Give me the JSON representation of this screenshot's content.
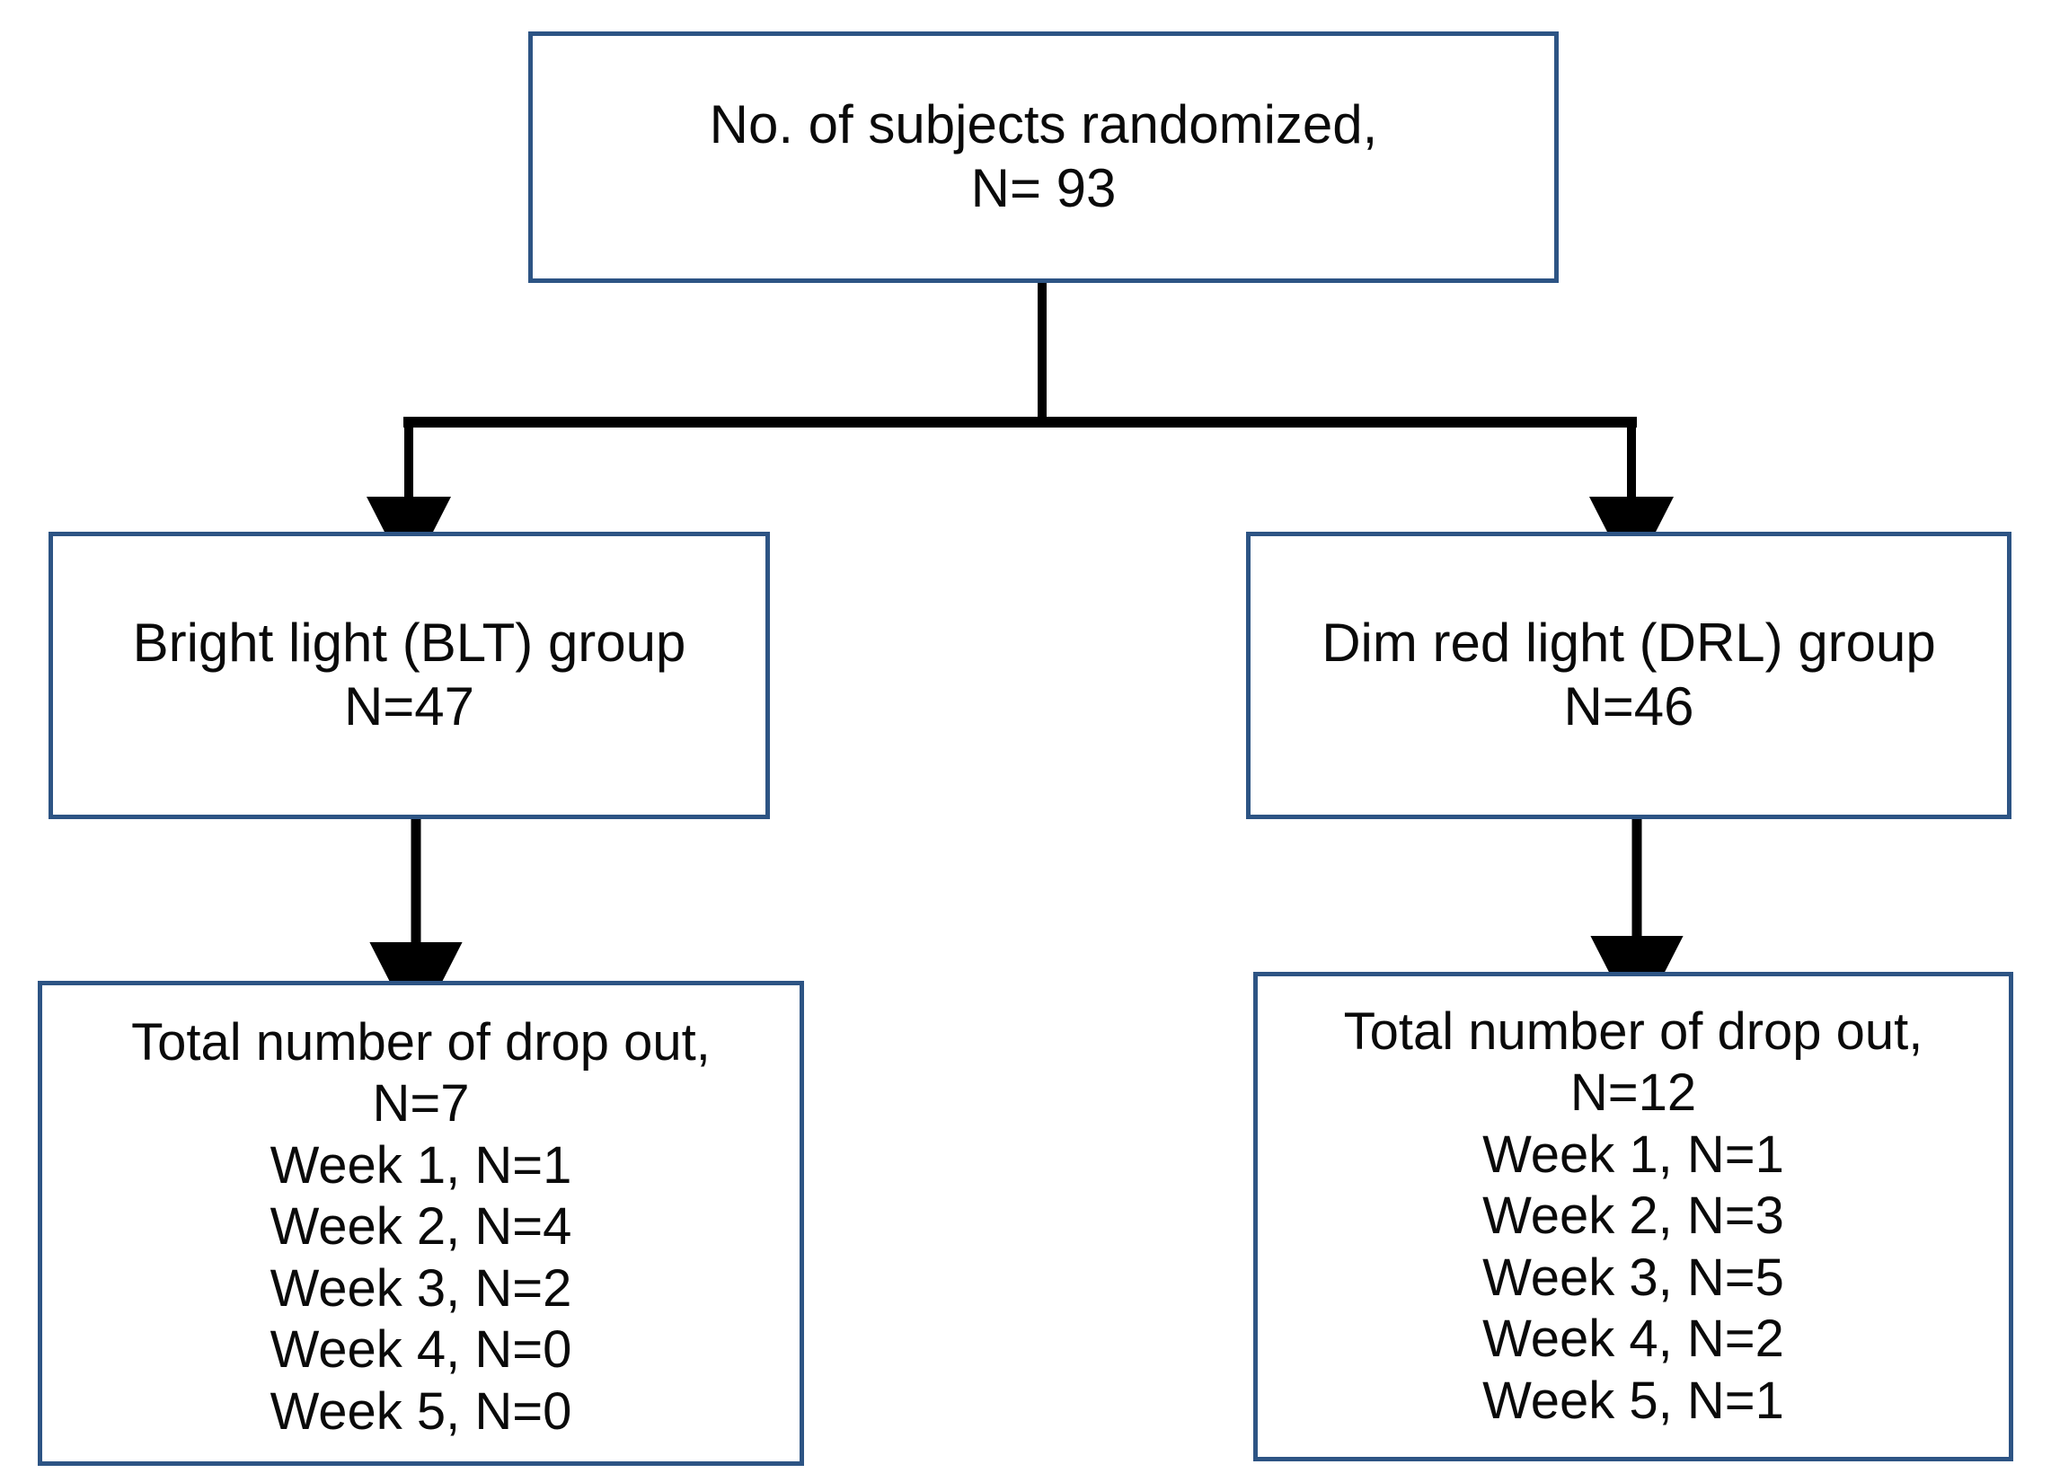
{
  "diagram": {
    "type": "flowchart",
    "title_present": false,
    "colors": {
      "box_border": "#2d5484",
      "box_fill": "#ffffff",
      "connector": "#000000",
      "text": "#0a0a0a"
    },
    "nodes": {
      "root": {
        "name": "randomized-subjects",
        "lines": [
          "No. of subjects randomized,",
          "N= 93"
        ],
        "label": "No. of subjects randomized,",
        "count_label": "N= 93",
        "count": 93
      },
      "blt_group": {
        "name": "bright-light-group",
        "lines": [
          "Bright light (BLT) group",
          "N=47"
        ],
        "label": "Bright light (BLT) group",
        "count_label": "N=47",
        "count": 47
      },
      "drl_group": {
        "name": "dim-red-light-group",
        "lines": [
          "Dim red light (DRL) group",
          "N=46"
        ],
        "label": "Dim red light (DRL) group",
        "count_label": "N=46",
        "count": 46
      },
      "blt_dropout": {
        "name": "blt-dropouts",
        "lines": [
          "Total number of drop out,",
          "N=7",
          "Week 1, N=1",
          "Week 2, N=4",
          "Week 3, N=2",
          "Week 4, N=0",
          "Week 5, N=0"
        ],
        "label": "Total number of drop out,",
        "total_label": "N=7",
        "total": 7,
        "weeks": [
          {
            "week_label": "Week 1, N=1",
            "week": 1,
            "n": 1
          },
          {
            "week_label": "Week 2, N=4",
            "week": 2,
            "n": 4
          },
          {
            "week_label": "Week 3, N=2",
            "week": 3,
            "n": 2
          },
          {
            "week_label": "Week 4, N=0",
            "week": 4,
            "n": 0
          },
          {
            "week_label": "Week 5, N=0",
            "week": 5,
            "n": 0
          }
        ]
      },
      "drl_dropout": {
        "name": "drl-dropouts",
        "lines": [
          "Total number of drop out,",
          "N=12",
          "Week 1, N=1",
          "Week 2, N=3",
          "Week 3, N=5",
          "Week 4, N=2",
          "Week 5, N=1"
        ],
        "label": "Total number of drop out,",
        "total_label": "N=12",
        "total": 12,
        "weeks": [
          {
            "week_label": "Week 1, N=1",
            "week": 1,
            "n": 1
          },
          {
            "week_label": "Week 2, N=3",
            "week": 2,
            "n": 3
          },
          {
            "week_label": "Week 3, N=5",
            "week": 3,
            "n": 5
          },
          {
            "week_label": "Week 4, N=2",
            "week": 4,
            "n": 2
          },
          {
            "week_label": "Week 5, N=1",
            "week": 5,
            "n": 1
          }
        ]
      }
    },
    "edges": [
      {
        "name": "root-to-blt",
        "from": "root",
        "to": "blt_group",
        "arrow": "down"
      },
      {
        "name": "root-to-drl",
        "from": "root",
        "to": "drl_group",
        "arrow": "down"
      },
      {
        "name": "blt-to-blt-dropout",
        "from": "blt_group",
        "to": "blt_dropout",
        "arrow": "down"
      },
      {
        "name": "drl-to-drl-dropout",
        "from": "drl_group",
        "to": "drl_dropout",
        "arrow": "down"
      }
    ]
  }
}
